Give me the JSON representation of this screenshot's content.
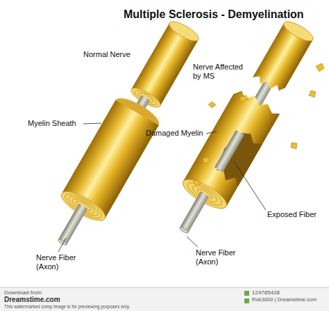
{
  "diagram": {
    "title": "Multiple Sclerosis - Demyelination",
    "labels": [
      "Normal Nerve",
      "Myelin Sheath",
      "Nerve Fiber (Axon)",
      "Nerve Affected by MS",
      "Damaged Myelin",
      "Exposed Fiber",
      "Nerve Fiber (Axon)",
      "Download from",
      "Dreamstime.com",
      "This watermarked comp image is for previewing purposes only.",
      "124785428",
      "Rob3000 | Dreamstime.com"
    ]
  }
}
